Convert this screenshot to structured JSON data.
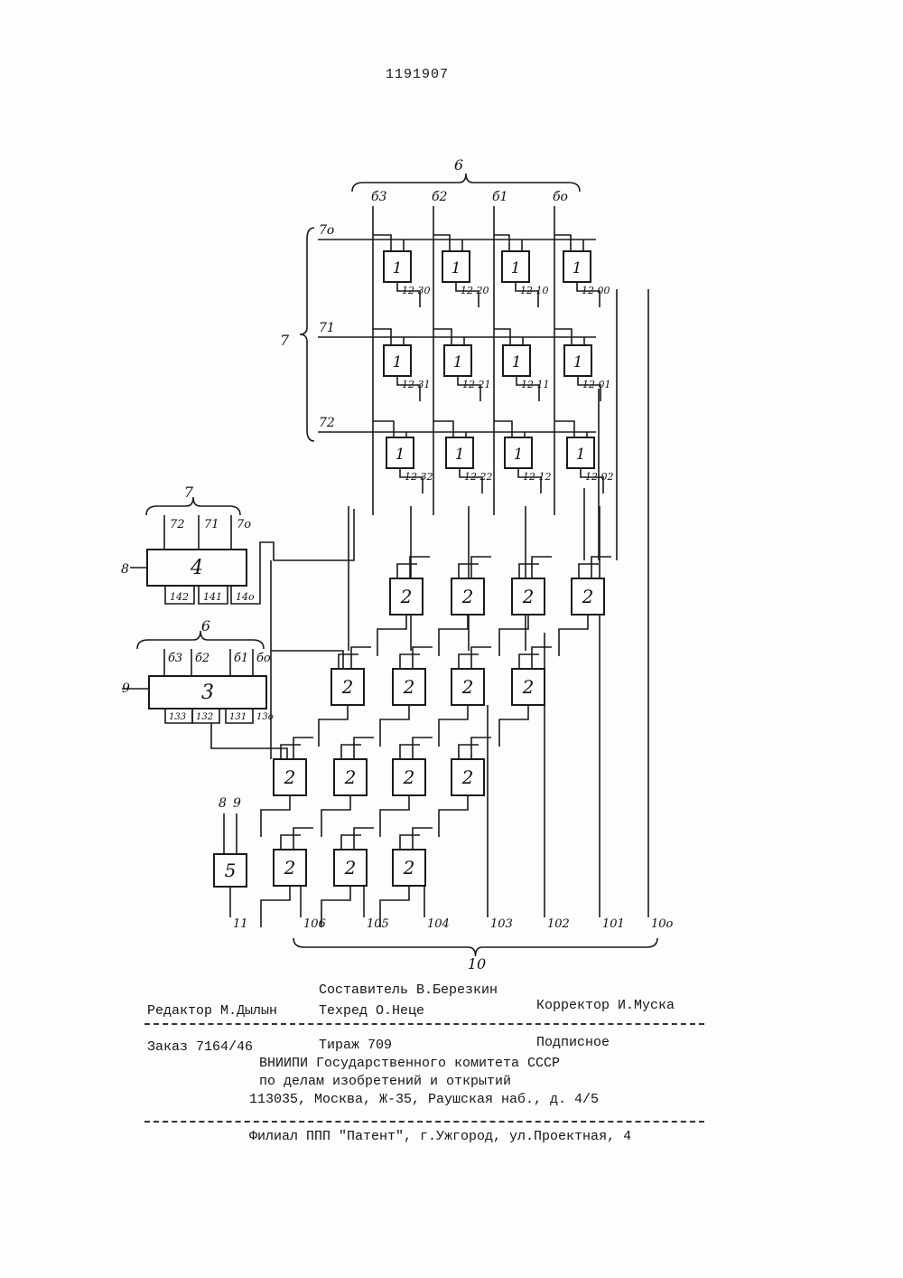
{
  "header": {
    "patent_number": "1191907"
  },
  "diagram": {
    "bus6": {
      "label": "6",
      "lines": [
        "б3",
        "б2",
        "б1",
        "бо"
      ]
    },
    "bus7": {
      "label": "7",
      "lines": [
        "7о",
        "71",
        "72"
      ]
    },
    "block_labels": {
      "and": "1",
      "adder": "2",
      "reg_3": "3",
      "reg_4": "4",
      "block_5": "5"
    },
    "product_labels": {
      "row0": [
        "12 30",
        "12 20",
        "12 10",
        "12 00"
      ],
      "row1": [
        "12 31",
        "12 21",
        "12 11",
        "12 01"
      ],
      "row2": [
        "12 32",
        "12 22",
        "12 12",
        "12 02"
      ]
    },
    "reg4": {
      "group_label": "7",
      "outputs": [
        "72",
        "71",
        "7о"
      ],
      "input": "8",
      "bottom": [
        "142",
        "141",
        "14о"
      ]
    },
    "reg3": {
      "group_label": "6",
      "outputs": [
        "б3",
        "б2",
        "б1",
        "бо"
      ],
      "input": "9",
      "bottom": [
        "133",
        "132",
        "131",
        "13о"
      ]
    },
    "block5": {
      "inputs": [
        "8",
        "9"
      ],
      "output": "11"
    },
    "outputs": {
      "group_label": "10",
      "labels": [
        "106",
        "105",
        "104",
        "103",
        "102",
        "101",
        "10о"
      ]
    }
  },
  "footer": {
    "compiler": "Составитель В.Березкин",
    "editor": "Редактор М.Дылын",
    "techred": "Техред О.Неце",
    "corrector": "Корректор И.Муска",
    "order": "Заказ 7164/46",
    "circulation": "Тираж 709",
    "subscription": "Подписное",
    "org_line1": "ВНИИПИ Государственного комитета СССР",
    "org_line2": "по делам изобретений и открытий",
    "org_line3": "113035, Москва, Ж-35, Раушская наб., д. 4/5",
    "branch": "Филиал ППП \"Патент\", г.Ужгород, ул.Проектная, 4"
  }
}
